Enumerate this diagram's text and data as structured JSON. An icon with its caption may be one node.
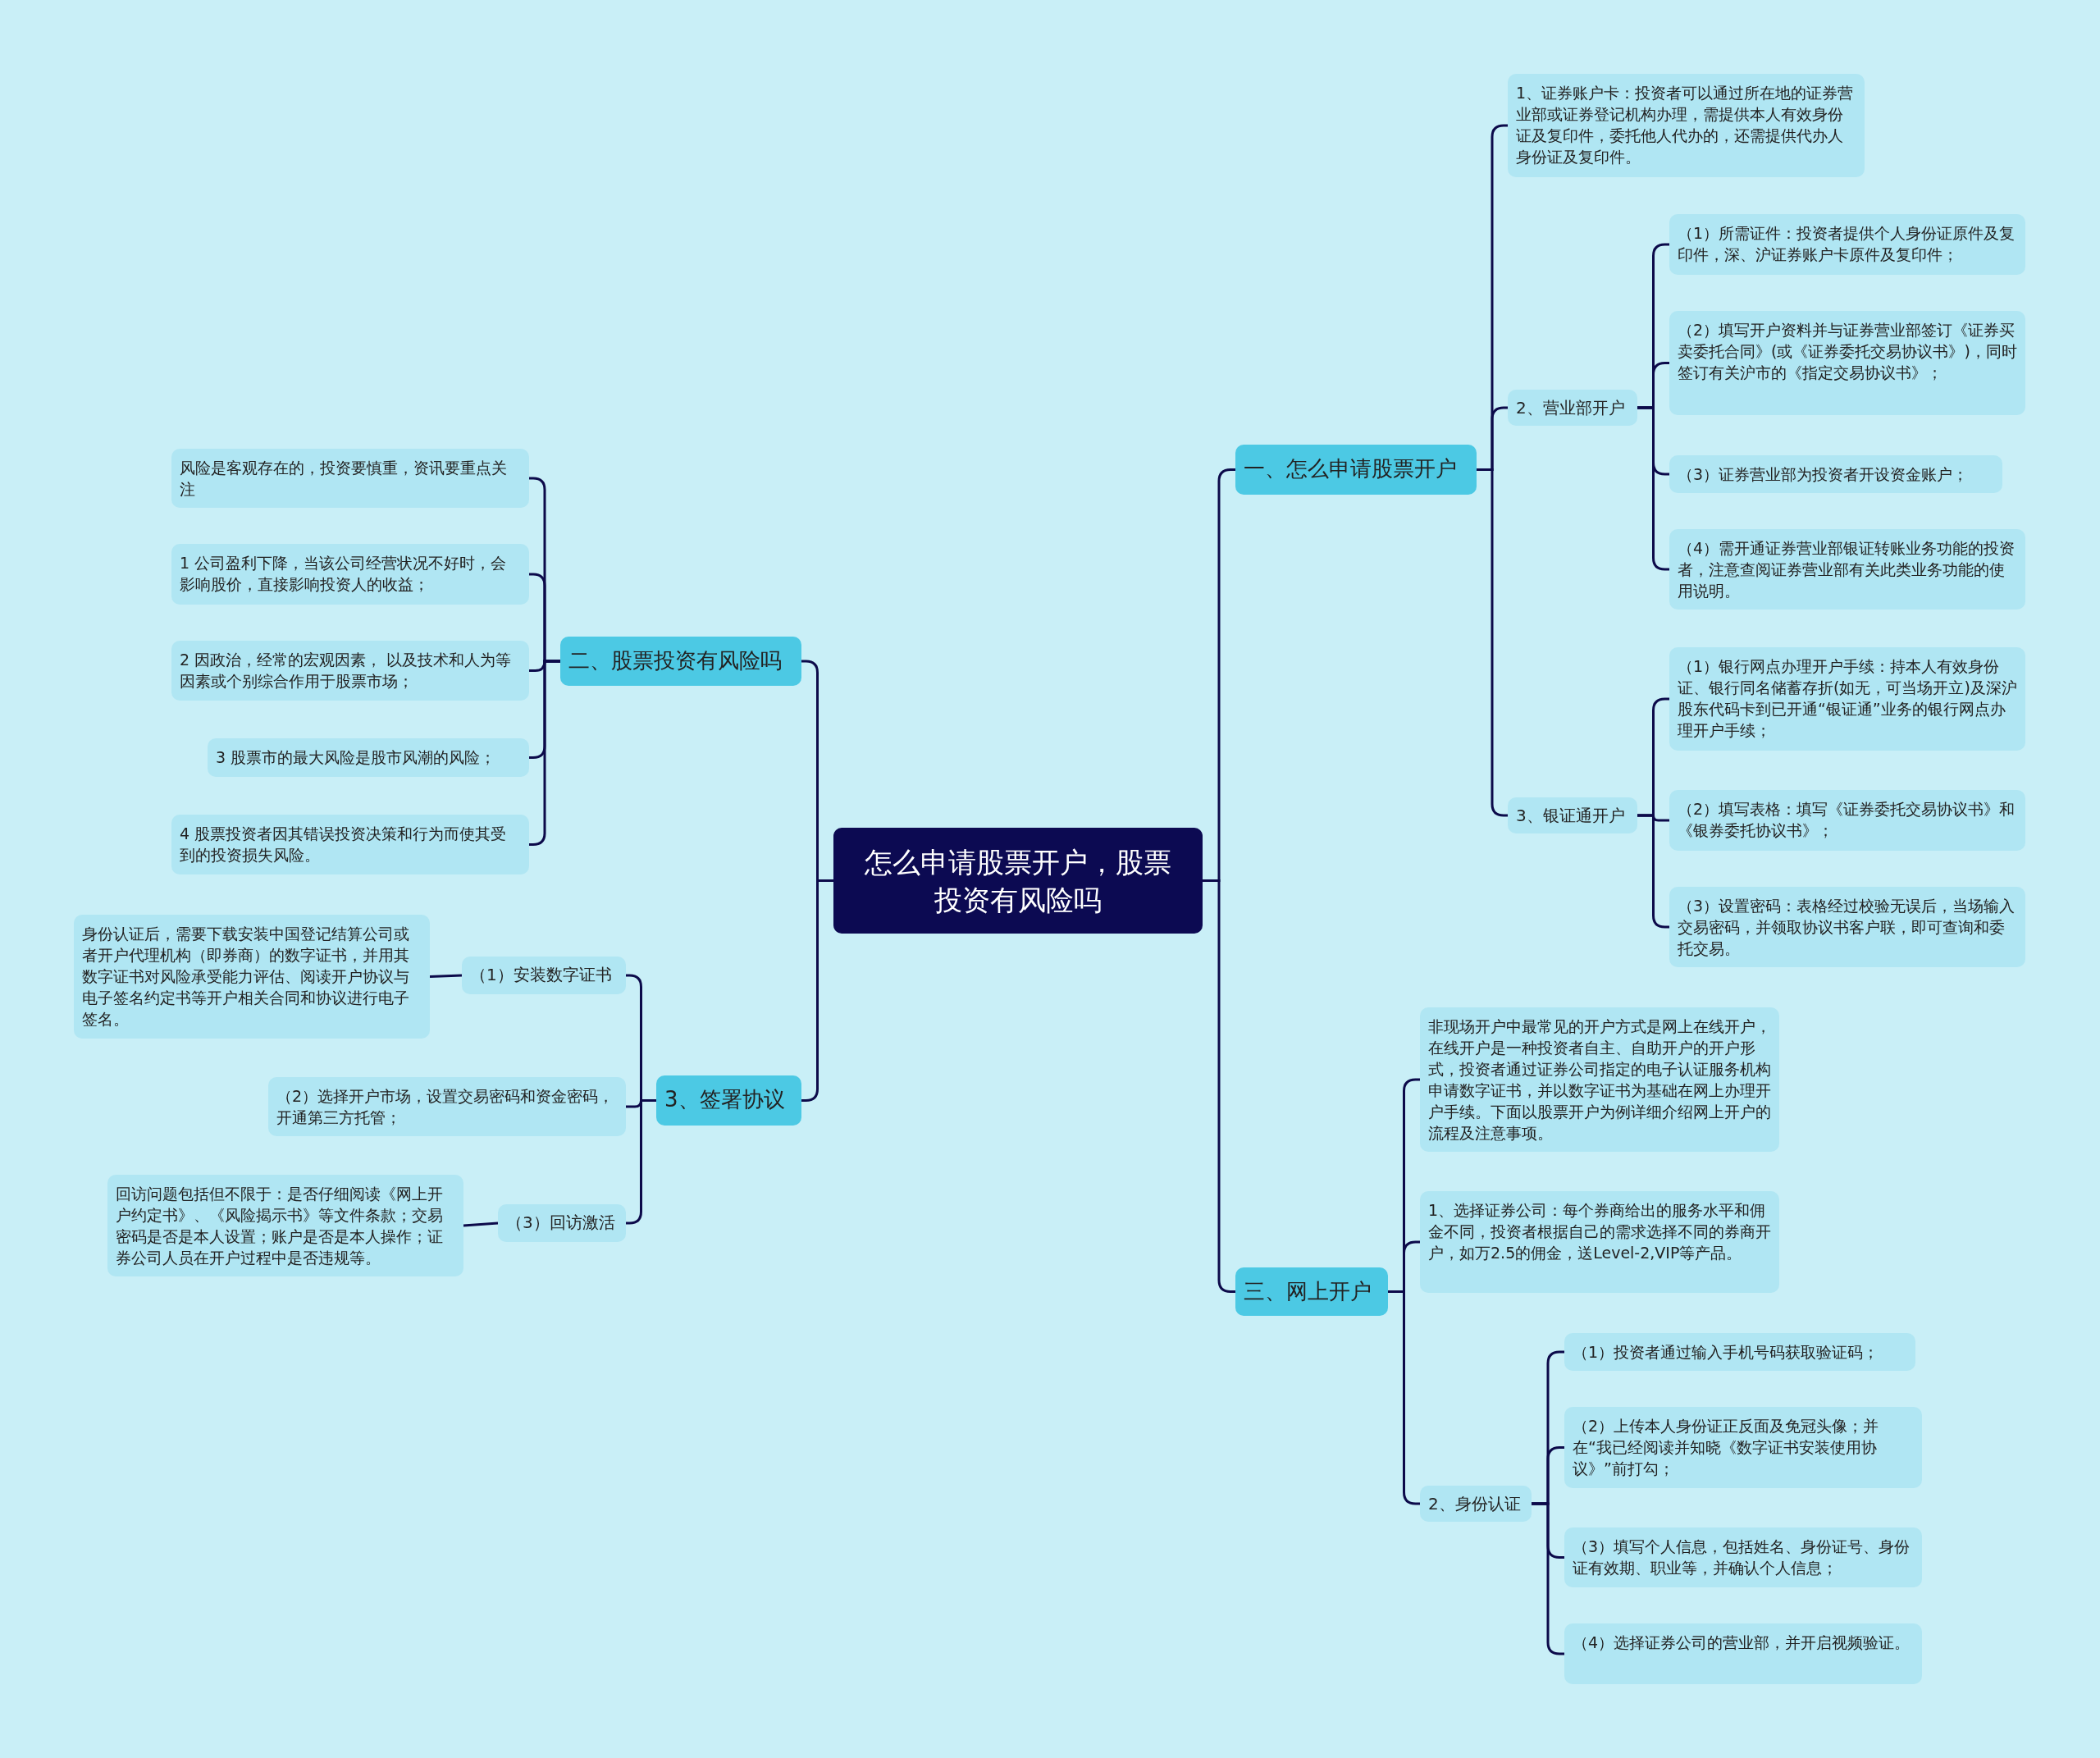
{
  "diagram": {
    "nodes": [
      {
        "text": [
          "怎么申请股票开户，股票投资有风险吗"
        ]
      },
      {
        "text": [
          "一、怎么申请股票开户"
        ]
      },
      {
        "text": [
          "1、证券账户卡：投资者可以通过所在地的证券营业部或证券登记机构办理，需提供本人有效身份证及复印件，委托他人代办的，还需提供代办人身份证及复印件。"
        ]
      },
      {
        "text": [
          "2、营业部开户"
        ]
      },
      {
        "text": [
          "（1）所需证件：投资者提供个人身份证原件及复印件，深、沪证券账户卡原件及复印件；"
        ]
      },
      {
        "text": [
          "（2）填写开户资料并与证券营业部签订《证券买卖委托合同》(或《证券委托交易协议书》)，同时签订有关沪市的《指定交易协议书》；"
        ]
      },
      {
        "text": [
          "（3）证券营业部为投资者开设资金账户；"
        ]
      },
      {
        "text": [
          "（4）需开通证券营业部银证转账业务功能的投资者，注意查阅证券营业部有关此类业务功能的使用说明。"
        ]
      },
      {
        "text": [
          "3、银证通开户"
        ]
      },
      {
        "text": [
          "（1）银行网点办理开户手续：持本人有效身份证、银行同名储蓄存折(如无，可当场开立)及深沪股东代码卡到已开通“银证通”业务的银行网点办理开户手续；"
        ]
      },
      {
        "text": [
          "（2）填写表格：填写《证券委托交易协议书》和《银券委托协议书》；"
        ]
      },
      {
        "text": [
          "（3）设置密码：表格经过校验无误后，当场输入交易密码，并领取协议书客户联，即可查询和委托交易。"
        ]
      },
      {
        "text": [
          "三、网上开户"
        ]
      },
      {
        "text": [
          "非现场开户中最常见的开户方式是网上在线开户，在线开户是一种投资者自主、自助开户的开户形式，投资者通过证券公司指定的电子认证服务机构申请数字证书，并以数字证书为基础在网上办理开户手续。下面以股票开户为例详细介绍网上开户的流程及注意事项。"
        ]
      },
      {
        "text": [
          "1、选择证券公司：每个券商给出的服务水平和佣金不同，投资者根据自己的需求选择不同的券商开户，如万2.5的佣金，送Level-2,VIP等产品。"
        ]
      },
      {
        "text": [
          "2、身份认证"
        ]
      },
      {
        "text": [
          "（1）投资者通过输入手机号码获取验证码；"
        ]
      },
      {
        "text": [
          "（2）上传本人身份证正反面及免冠头像；并在“我已经阅读并知晓《数字证书安装使用协议》”前打勾；"
        ]
      },
      {
        "text": [
          "（3）填写个人信息，包括姓名、身份证号、身份证有效期、职业等，并确认个人信息；"
        ]
      },
      {
        "text": [
          "（4）选择证券公司的营业部，并开启视频验证。"
        ]
      },
      {
        "text": [
          "二、股票投资有风险吗"
        ]
      },
      {
        "text": [
          "风险是客观存在的，投资要慎重，资讯要重点关注"
        ]
      },
      {
        "text": [
          "1 公司盈利下降，当该公司经营状况不好时，会影响股价，直接影响投资人的收益；"
        ]
      },
      {
        "text": [
          "2 因政治，经常的宏观因素， 以及技术和人为等因素或个别综合作用于股票市场；"
        ]
      },
      {
        "text": [
          "3 股票市的最大风险是股市风潮的风险；"
        ]
      },
      {
        "text": [
          "4 股票投资者因其错误投资决策和行为而使其受到的投资损失风险。"
        ]
      },
      {
        "text": [
          "3、签署协议"
        ]
      },
      {
        "text": [
          "（1）安装数字证书"
        ]
      },
      {
        "text": [
          "身份认证后，需要下载安装中国登记结算公司或者开户代理机构（即券商）的数字证书，并用其数字证书对风险承受能力评估、阅读开户协议与电子签名约定书等开户相关合同和协议进行电子签名。"
        ]
      },
      {
        "text": [
          "（2）选择开户市场，设置交易密码和资金密码，开通第三方托管；"
        ]
      },
      {
        "text": [
          "（3）回访激活"
        ]
      },
      {
        "text": [
          "回访问题包括但不限于：是否仔细阅读《网上开户约定书》、《风险揭示书》等文件条款；交易密码是否是本人设置；账户是否是本人操作；证券公司人员在开户过程中是否违规等。"
        ]
      }
    ],
    "edges": [
      {
        "from": 0,
        "to": 1,
        "arrow": "none"
      },
      {
        "from": 1,
        "to": 2,
        "arrow": "none"
      },
      {
        "from": 1,
        "to": 3,
        "arrow": "none"
      },
      {
        "from": 3,
        "to": 4,
        "arrow": "none"
      },
      {
        "from": 3,
        "to": 5,
        "arrow": "none"
      },
      {
        "from": 3,
        "to": 6,
        "arrow": "none"
      },
      {
        "from": 3,
        "to": 7,
        "arrow": "none"
      },
      {
        "from": 1,
        "to": 8,
        "arrow": "none"
      },
      {
        "from": 8,
        "to": 9,
        "arrow": "none"
      },
      {
        "from": 8,
        "to": 10,
        "arrow": "none"
      },
      {
        "from": 8,
        "to": 11,
        "arrow": "none"
      },
      {
        "from": 0,
        "to": 12,
        "arrow": "none"
      },
      {
        "from": 12,
        "to": 13,
        "arrow": "none"
      },
      {
        "from": 12,
        "to": 14,
        "arrow": "none"
      },
      {
        "from": 12,
        "to": 15,
        "arrow": "none"
      },
      {
        "from": 15,
        "to": 16,
        "arrow": "none"
      },
      {
        "from": 15,
        "to": 17,
        "arrow": "none"
      },
      {
        "from": 15,
        "to": 18,
        "arrow": "none"
      },
      {
        "from": 15,
        "to": 19,
        "arrow": "none"
      },
      {
        "from": 0,
        "to": 20,
        "arrow": "none"
      },
      {
        "from": 20,
        "to": 21,
        "arrow": "none"
      },
      {
        "from": 20,
        "to": 22,
        "arrow": "none"
      },
      {
        "from": 20,
        "to": 23,
        "arrow": "none"
      },
      {
        "from": 20,
        "to": 24,
        "arrow": "none"
      },
      {
        "from": 20,
        "to": 25,
        "arrow": "none"
      },
      {
        "from": 0,
        "to": 26,
        "arrow": "none"
      },
      {
        "from": 26,
        "to": 27,
        "arrow": "none"
      },
      {
        "from": 27,
        "to": 28,
        "arrow": "none"
      },
      {
        "from": 26,
        "to": 29,
        "arrow": "none"
      },
      {
        "from": 26,
        "to": 30,
        "arrow": "none"
      },
      {
        "from": 30,
        "to": 31,
        "arrow": "none"
      }
    ]
  }
}
